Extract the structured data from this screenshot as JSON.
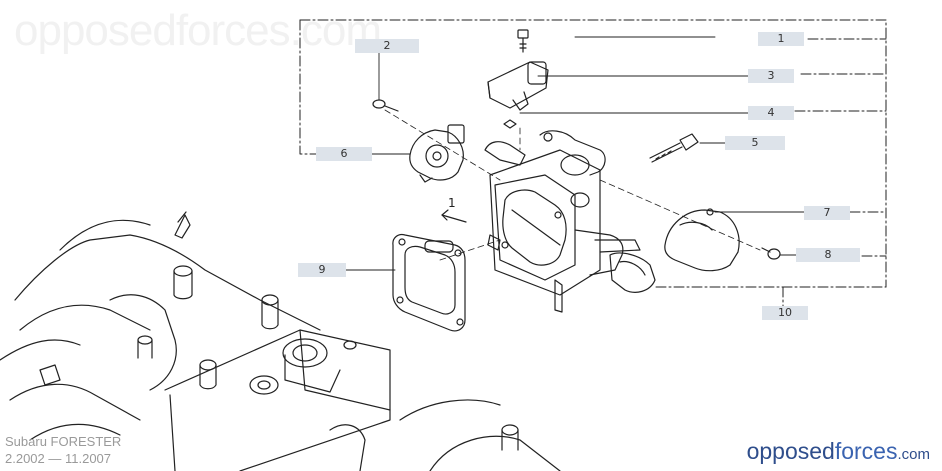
{
  "watermark_top": "opposedforces.com",
  "callouts": [
    {
      "id": "1",
      "label": "1"
    },
    {
      "id": "2",
      "label": "2"
    },
    {
      "id": "3",
      "label": "3"
    },
    {
      "id": "4",
      "label": "4"
    },
    {
      "id": "5",
      "label": "5"
    },
    {
      "id": "6",
      "label": "6"
    },
    {
      "id": "7",
      "label": "7"
    },
    {
      "id": "8",
      "label": "8"
    },
    {
      "id": "9",
      "label": "9"
    },
    {
      "id": "10",
      "label": "10"
    }
  ],
  "arrow_label": "1",
  "footer": {
    "model": "Subaru FORESTER",
    "years": "2.2002 — 11.2007"
  },
  "brand": {
    "part1": "opposed",
    "part2": "forces",
    "part3": ".com"
  },
  "colors": {
    "line": "#222222",
    "callout_bg": "#dde3ea",
    "brand": "#2f4e8c"
  }
}
